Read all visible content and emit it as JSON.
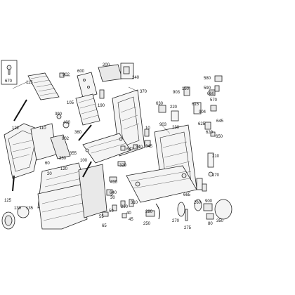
{
  "labels": [
    {
      "id": "670",
      "text": "670"
    },
    {
      "id": "115",
      "text": "115"
    },
    {
      "id": "902a",
      "text": "902"
    },
    {
      "id": "600",
      "text": "600"
    },
    {
      "id": "200",
      "text": "200"
    },
    {
      "id": "240",
      "text": "240"
    },
    {
      "id": "370",
      "text": "370"
    },
    {
      "id": "580",
      "text": "580"
    },
    {
      "id": "590",
      "text": "590"
    },
    {
      "id": "150",
      "text": "150"
    },
    {
      "id": "903a",
      "text": "903"
    },
    {
      "id": "190",
      "text": "190"
    },
    {
      "id": "105",
      "text": "105"
    },
    {
      "id": "630",
      "text": "630"
    },
    {
      "id": "220",
      "text": "220"
    },
    {
      "id": "615",
      "text": "615"
    },
    {
      "id": "904",
      "text": "904"
    },
    {
      "id": "660",
      "text": "660"
    },
    {
      "id": "570",
      "text": "570"
    },
    {
      "id": "645",
      "text": "645"
    },
    {
      "id": "390",
      "text": "390"
    },
    {
      "id": "400",
      "text": "400"
    },
    {
      "id": "625",
      "text": "625"
    },
    {
      "id": "122",
      "text": "122"
    },
    {
      "id": "110",
      "text": "110"
    },
    {
      "id": "360",
      "text": "360"
    },
    {
      "id": "10",
      "text": "10"
    },
    {
      "id": "903b",
      "text": "903"
    },
    {
      "id": "230",
      "text": "230"
    },
    {
      "id": "620",
      "text": "620"
    },
    {
      "id": "650",
      "text": "650"
    },
    {
      "id": "902b",
      "text": "902"
    },
    {
      "id": "340",
      "text": "340"
    },
    {
      "id": "345",
      "text": "345"
    },
    {
      "id": "355",
      "text": "355"
    },
    {
      "id": "642",
      "text": "642"
    },
    {
      "id": "330",
      "text": "330"
    },
    {
      "id": "60",
      "text": "60"
    },
    {
      "id": "100",
      "text": "100"
    },
    {
      "id": "320",
      "text": "320"
    },
    {
      "id": "210",
      "text": "210"
    },
    {
      "id": "120",
      "text": "120"
    },
    {
      "id": "170",
      "text": "170"
    },
    {
      "id": "20",
      "text": "20"
    },
    {
      "id": "410",
      "text": "410"
    },
    {
      "id": "640",
      "text": "640"
    },
    {
      "id": "665",
      "text": "665"
    },
    {
      "id": "125",
      "text": "125"
    },
    {
      "id": "290",
      "text": "290"
    },
    {
      "id": "310",
      "text": "310"
    },
    {
      "id": "30",
      "text": "30"
    },
    {
      "id": "280",
      "text": "280"
    },
    {
      "id": "260",
      "text": "260"
    },
    {
      "id": "130",
      "text": "130"
    },
    {
      "id": "135",
      "text": "135"
    },
    {
      "id": "50",
      "text": "50"
    },
    {
      "id": "40",
      "text": "40"
    },
    {
      "id": "45",
      "text": "45"
    },
    {
      "id": "55",
      "text": "55"
    },
    {
      "id": "65",
      "text": "65"
    },
    {
      "id": "250",
      "text": "250"
    },
    {
      "id": "270",
      "text": "270"
    },
    {
      "id": "275",
      "text": "275"
    },
    {
      "id": "900",
      "text": "900"
    },
    {
      "id": "80",
      "text": "80"
    },
    {
      "id": "350",
      "text": "350"
    }
  ]
}
